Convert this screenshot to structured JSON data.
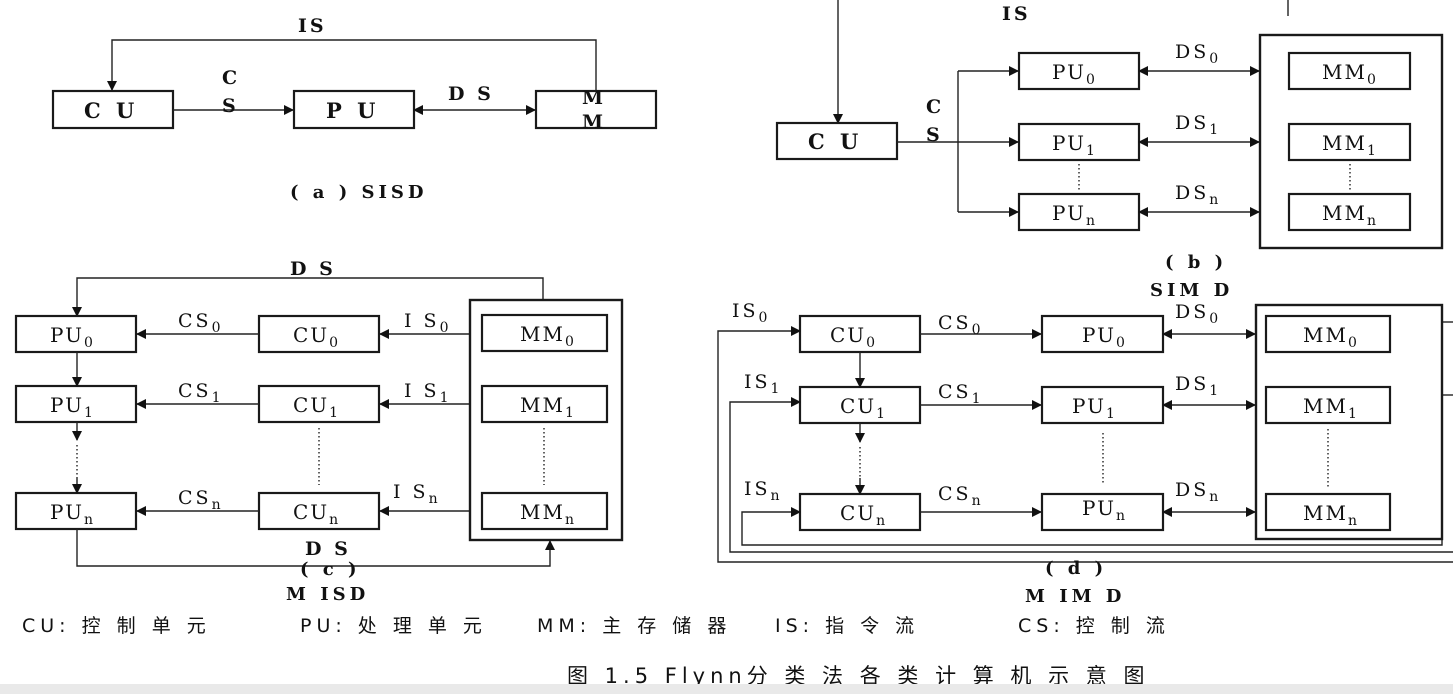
{
  "sisd": {
    "is": "IS",
    "cs_c": "C",
    "cs_s": "S",
    "ds": "D S",
    "cu": "C U",
    "pu": "P U",
    "mm_m1": "M",
    "mm_m2": "M",
    "caption": "( a ) SISD"
  },
  "simd": {
    "is": "IS",
    "cs_c": "C",
    "cs_s": "S",
    "cu": "C U",
    "pu": "PU",
    "mm": "MM",
    "ds": "DS",
    "subs": [
      "0",
      "1",
      "n"
    ],
    "caption_letter": "( b )",
    "caption_name": "SIM D"
  },
  "misd": {
    "ds_top": "D S",
    "ds_bottom": "D S",
    "pu": "PU",
    "cu": "CU",
    "mm": "MM",
    "cs": "CS",
    "is": "I S",
    "subs": [
      "0",
      "1",
      "n"
    ],
    "caption_letter": "( c )",
    "caption_name": "M ISD"
  },
  "mimd": {
    "is": "IS",
    "cu": "CU",
    "cs": "CS",
    "pu": "PU",
    "ds": "DS",
    "mm": "MM",
    "subs": [
      "0",
      "1",
      "n"
    ],
    "caption_letter": "( d )",
    "caption_name": "M IM D"
  },
  "legend": {
    "cu": "CU: 控 制 单 元",
    "pu": "PU: 处 理 单 元",
    "mm": "MM: 主 存 储 器",
    "is": "IS: 指 令 流",
    "cs": "CS: 控 制 流"
  },
  "figure_title": "图 1.5 Flynn分 类 法 各 类 计 算 机 示 意 图"
}
